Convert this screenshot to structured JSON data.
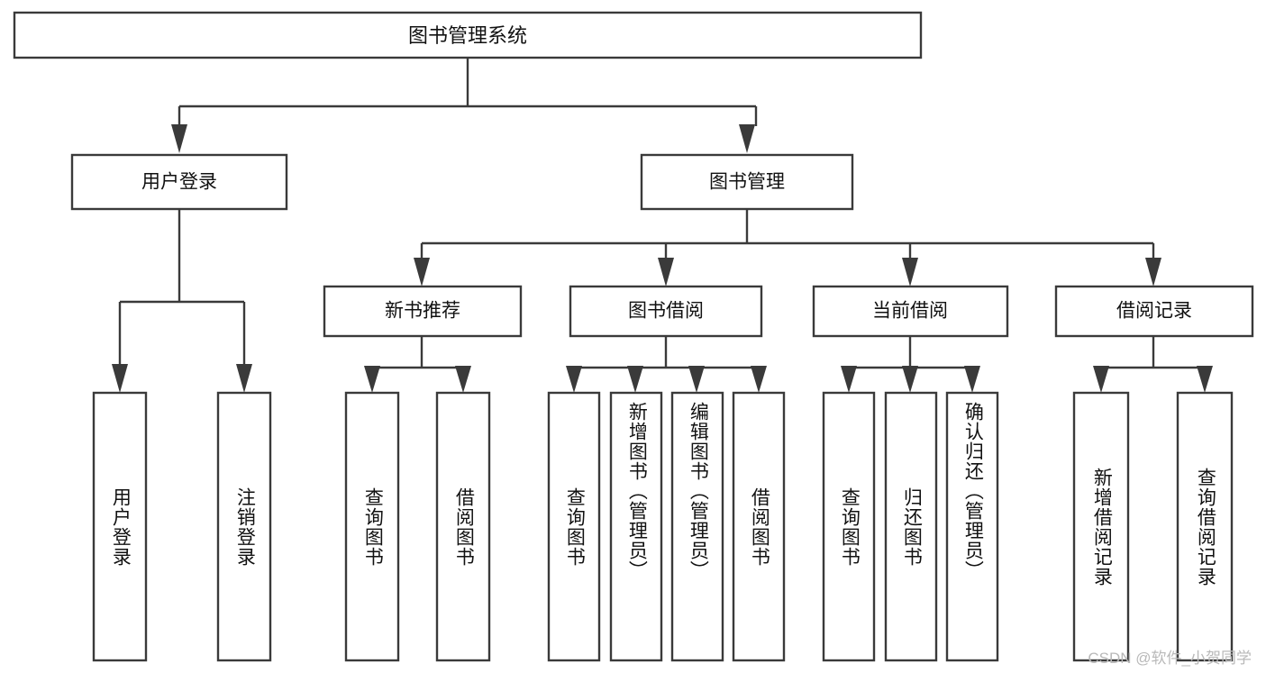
{
  "diagram": {
    "kind": "tree-structure-chart",
    "title": "图书管理系统",
    "root": {
      "id": "root",
      "label": "图书管理系统",
      "orientation": "horizontal"
    },
    "level2": [
      {
        "id": "user-login",
        "label": "用户登录",
        "orientation": "horizontal"
      },
      {
        "id": "book-manage",
        "label": "图书管理",
        "orientation": "horizontal"
      }
    ],
    "level3": [
      {
        "id": "new-book-rec",
        "label": "新书推荐",
        "orientation": "horizontal"
      },
      {
        "id": "book-borrow",
        "label": "图书借阅",
        "orientation": "horizontal"
      },
      {
        "id": "current-borrow",
        "label": "当前借阅",
        "orientation": "horizontal"
      },
      {
        "id": "borrow-record",
        "label": "借阅记录",
        "orientation": "horizontal"
      }
    ],
    "leaves": [
      {
        "id": "leaf-user-login",
        "label": "用户登录",
        "parent": "user-login",
        "orientation": "vertical"
      },
      {
        "id": "leaf-user-logout",
        "label": "注销登录",
        "parent": "user-login",
        "orientation": "vertical"
      },
      {
        "id": "leaf-query-book-1",
        "label": "查询图书",
        "parent": "new-book-rec",
        "orientation": "vertical"
      },
      {
        "id": "leaf-borrow-book-1",
        "label": "借阅图书",
        "parent": "new-book-rec",
        "orientation": "vertical"
      },
      {
        "id": "leaf-query-book-2",
        "label": "查询图书",
        "parent": "book-borrow",
        "orientation": "vertical"
      },
      {
        "id": "leaf-add-book",
        "label": "新增图书（管理员）",
        "parent": "book-borrow",
        "orientation": "vertical"
      },
      {
        "id": "leaf-edit-book",
        "label": "编辑图书（管理员）",
        "parent": "book-borrow",
        "orientation": "vertical"
      },
      {
        "id": "leaf-borrow-book-2",
        "label": "借阅图书",
        "parent": "book-borrow",
        "orientation": "vertical"
      },
      {
        "id": "leaf-query-book-3",
        "label": "查询图书",
        "parent": "current-borrow",
        "orientation": "vertical"
      },
      {
        "id": "leaf-return-book",
        "label": "归还图书",
        "parent": "current-borrow",
        "orientation": "vertical"
      },
      {
        "id": "leaf-confirm-return",
        "label": "确认归还（管理员）",
        "parent": "current-borrow",
        "orientation": "vertical"
      },
      {
        "id": "leaf-add-record",
        "label": "新增借阅记录",
        "parent": "borrow-record",
        "orientation": "vertical"
      },
      {
        "id": "leaf-query-record",
        "label": "查询借阅记录",
        "parent": "borrow-record",
        "orientation": "vertical"
      }
    ],
    "colors": {
      "stroke": "#3a3a3a",
      "box_fill": "#ffffff",
      "text": "#111111",
      "background": "#ffffff",
      "watermark": "#b9b9b9"
    }
  },
  "watermark": {
    "text": "CSDN @软件_小贺同学"
  }
}
